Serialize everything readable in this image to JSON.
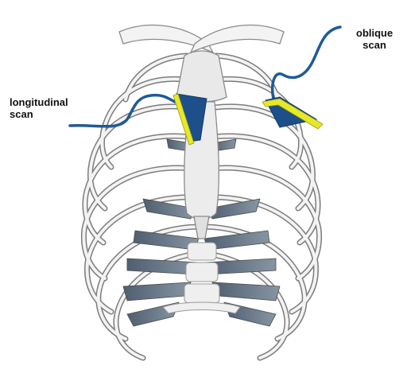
{
  "labels": {
    "longitudinal": {
      "line1": "longitudinal",
      "line2": "scan"
    },
    "oblique": {
      "line1": "oblique",
      "line2": "scan"
    }
  },
  "colors": {
    "probe": "#1d4f8a",
    "probe_edge": "#e8e82a",
    "cable": "#1f5a96",
    "bone_fill": "#f3f3f3",
    "bone_line": "#8a8a8a",
    "cartilage": "#6f7f8f"
  },
  "icons": {
    "ribcage": "ribcage-illustration",
    "probe_left": "ultrasound-probe-icon",
    "probe_right": "ultrasound-probe-icon"
  }
}
